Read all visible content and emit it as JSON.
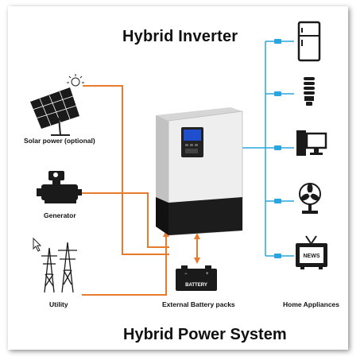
{
  "titles": {
    "top": "Hybrid Inverter",
    "bottom": "Hybrid Power System"
  },
  "sources": {
    "solar": "Solar power (optional)",
    "generator": "Generator",
    "utility": "Utility"
  },
  "battery": {
    "label": "External Battery packs",
    "box_text": "BATTERY"
  },
  "appliances": {
    "label": "Home Appliances",
    "tv_text": "NEWS"
  },
  "colors": {
    "ac_line": "#e87a2b",
    "appliance_line": "#29a6df",
    "inverter_body": "#eeeeee",
    "inverter_base": "#1c1c1c",
    "display": "#1f4fcf"
  },
  "icons": [
    "solar-panel-icon",
    "sun-icon",
    "generator-icon",
    "power-tower-icon",
    "battery-icon",
    "refrigerator-icon",
    "light-bulb-icon",
    "desktop-computer-icon",
    "fan-icon",
    "television-icon",
    "cursor-icon"
  ]
}
